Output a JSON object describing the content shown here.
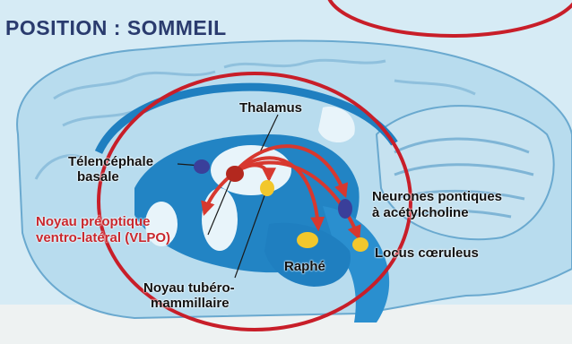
{
  "title": "POSITION : SOMMEIL",
  "labels": {
    "thalamus": "Thalamus",
    "telencephale": "Télencéphale",
    "basale": "basale",
    "vlpo_line1": "Noyau préoptique",
    "vlpo_line2": "ventro-latéral (VLPO)",
    "neurones_line1": "Neurones pontiques",
    "neurones_line2": "à acétylcholine",
    "locus": "Locus cœruleus",
    "raphe": "Raphé",
    "tubero_line1": "Noyau tubéro-",
    "tubero_line2": "mammillaire"
  },
  "colors": {
    "brain_fill": "#cfe7f2",
    "brain_dark": "#1f7fc0",
    "vlpo_dot": "#b3281e",
    "blue_dot": "#3a3f9a",
    "yellow_dot": "#f2c72c",
    "arrow": "#d7382f",
    "circle": "#c81e29",
    "title": "#2a3b6e"
  }
}
